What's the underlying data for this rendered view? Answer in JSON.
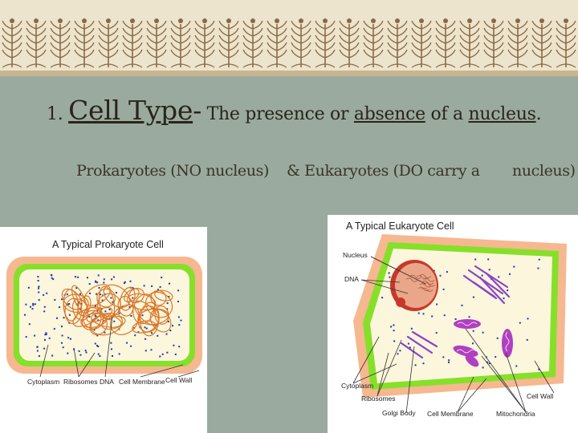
{
  "slide": {
    "heading_number": "1.",
    "heading_term": "Cell Type",
    "heading_dash": "-",
    "heading_rest_pre": " The presence or ",
    "heading_absence": "absence",
    "heading_mid": " of a ",
    "heading_nucleus": "nucleus",
    "heading_end": ".",
    "prokaryote_caption": "Prokaryotes (NO nucleus)",
    "eukaryote_caption_a": "& Eukaryotes (DO carry a",
    "eukaryote_caption_b": "nucleus)"
  },
  "prokaryote_diagram": {
    "title": "A Typical Prokaryote Cell",
    "labels": {
      "cytoplasm": "Cytoplasm",
      "ribosomes": "Ribosomes",
      "dna": "DNA",
      "cell_membrane": "Cell Membrane",
      "cell_wall": "Cell Wall"
    }
  },
  "eukaryote_diagram": {
    "title": "A Typical Eukaryote Cell",
    "labels": {
      "nucleus": "Nucleus",
      "dna": "DNA",
      "cytoplasm": "Cytoplasm",
      "ribosomes": "Ribosomes",
      "golgi_body": "Golgi Body",
      "cell_membrane": "Cell Membrane",
      "mitochondria": "Mitochondria",
      "cell_wall": "Cell Wall"
    }
  },
  "colors": {
    "background": "#9aaa9f",
    "banner": "#ece4cc",
    "banner_ornament": "#8a6a45",
    "cell_wall": "#f6b890",
    "cell_membrane": "#86e02a",
    "cytoplasm": "#fbf6dc",
    "ribosome": "#1b3aa8",
    "dna": "#d9782a",
    "nucleus": "#eaa688",
    "nucleolus": "#c8382a",
    "golgi": "#8a44c8",
    "mitochondria": "#b040c0"
  }
}
